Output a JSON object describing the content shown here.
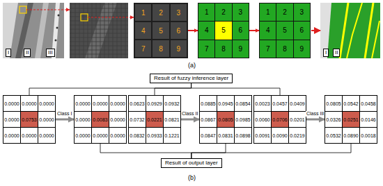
{
  "diagram": {
    "nodes": [
      {
        "text": [
          "1",
          "2",
          "3",
          "4",
          "5",
          "6",
          "7",
          "8",
          "9"
        ]
      },
      {
        "text": [
          "1",
          "2",
          "3",
          "4",
          "5",
          "6",
          "7",
          "8",
          "9"
        ]
      },
      {
        "text": [
          "1",
          "2",
          "3",
          "4",
          "5",
          "6",
          "7",
          "8",
          "9"
        ]
      },
      {
        "text": [
          "Result of fuzzy inference layer"
        ]
      },
      {
        "text": [
          "0.0000",
          "0.0000",
          "0.0000",
          "0.0000",
          "0.0753",
          "0.0000",
          "0.0000",
          "0.0000",
          "0.0000"
        ]
      },
      {
        "text": [
          "0.0000",
          "0.0000",
          "0.0000",
          "0.0000",
          "0.0083",
          "0.0000",
          "0.0000",
          "0.0000",
          "0.0000"
        ]
      },
      {
        "text": [
          "0.0623",
          "0.0929",
          "0.0932",
          "0.0732",
          "0.0221",
          "0.0821",
          "0.0832",
          "0.0933",
          "0.1221"
        ]
      },
      {
        "text": [
          "0.0885",
          "0.0945",
          "0.0854",
          "0.0867",
          "0.0805",
          "0.0985",
          "0.0847",
          "0.0831",
          "0.0898"
        ]
      },
      {
        "text": [
          "0.0023",
          "0.0457",
          "0.0409",
          "0.0060",
          "0.0706",
          "0.0201",
          "0.0091",
          "0.0090",
          "0.0219"
        ]
      },
      {
        "text": [
          "0.0805",
          "0.0542",
          "0.0458",
          "0.0326",
          "0.0251",
          "0.0146",
          "0.0532",
          "0.0890",
          "0.0018"
        ]
      },
      {
        "text": [
          "Result of output layer"
        ]
      }
    ],
    "edges": [
      {
        "from": 0,
        "to": 1,
        "arrow": "to"
      },
      {
        "from": 1,
        "to": 2,
        "arrow": "to"
      },
      {
        "from": 3,
        "to": 4,
        "arrow": "none"
      },
      {
        "from": 3,
        "to": 6,
        "arrow": "none"
      },
      {
        "from": 3,
        "to": 8,
        "arrow": "none"
      },
      {
        "from": 4,
        "to": 5,
        "label": "Class I",
        "arrow": "to"
      },
      {
        "from": 6,
        "to": 7,
        "label": "Class II",
        "arrow": "to"
      },
      {
        "from": 8,
        "to": 9,
        "label": "Class III",
        "arrow": "to"
      },
      {
        "from": 5,
        "to": 10,
        "arrow": "none"
      },
      {
        "from": 7,
        "to": 10,
        "arrow": "none"
      },
      {
        "from": 9,
        "to": 10,
        "arrow": "none"
      }
    ],
    "labels": [
      "I",
      "II",
      "III",
      "I",
      "II",
      "(a)",
      "(b)"
    ]
  }
}
